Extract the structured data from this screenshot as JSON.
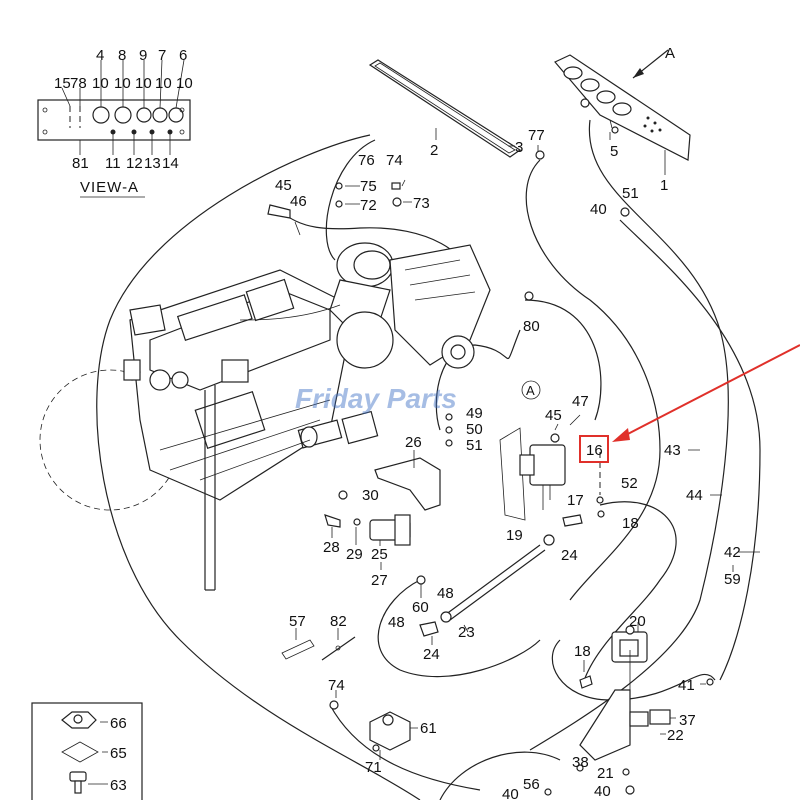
{
  "view_label": "VIEW-A",
  "arrow_letter": "A",
  "callout_letter": "A",
  "watermark": "Friday Parts",
  "highlight_color": "#e0302a",
  "highlighted_part": "16",
  "view_a_labels": {
    "top": [
      "15",
      "78",
      "4",
      "10",
      "8",
      "10",
      "9",
      "10",
      "7",
      "10",
      "6",
      "10"
    ],
    "bottom": [
      "81",
      "11",
      "12",
      "13",
      "14"
    ]
  },
  "labels": {
    "p1": "1",
    "p2": "2",
    "p3": "3",
    "p5": "5",
    "p16": "16",
    "p17": "17",
    "p18a": "18",
    "p18b": "18",
    "p19": "19",
    "p20": "20",
    "p21": "21",
    "p22": "22",
    "p23": "23",
    "p24a": "24",
    "p24b": "24",
    "p25": "25",
    "p26": "26",
    "p27": "27",
    "p28": "28",
    "p29": "29",
    "p30": "30",
    "p37": "37",
    "p38": "38",
    "p40a": "40",
    "p40b": "40",
    "p40c": "40",
    "p41": "41",
    "p42": "42",
    "p43": "43",
    "p44": "44",
    "p45a": "45",
    "p45b": "45",
    "p46": "46",
    "p47": "47",
    "p48a": "48",
    "p48b": "48",
    "p49": "49",
    "p50": "50",
    "p51a": "51",
    "p51b": "51",
    "p52": "52",
    "p56": "56",
    "p57": "57",
    "p59": "59",
    "p60": "60",
    "p61": "61",
    "p63": "63",
    "p65": "65",
    "p66": "66",
    "p71": "71",
    "p72": "72",
    "p73": "73",
    "p74a": "74",
    "p74b": "74",
    "p75": "75",
    "p76": "76",
    "p77": "77",
    "p80": "80",
    "p82": "82"
  }
}
